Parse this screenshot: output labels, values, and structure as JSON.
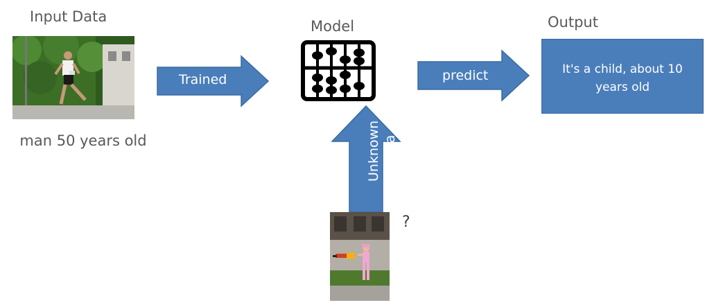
{
  "input": {
    "title": "Input Data",
    "caption": "man 50 years old"
  },
  "model": {
    "title": "Model",
    "icon": "abacus-icon"
  },
  "output": {
    "title": "Output",
    "text": "It's a child, about 10 years old"
  },
  "arrows": {
    "trained": "Trained",
    "predict": "predict",
    "unknown_line1": "Unknown",
    "unknown_line2": "Data"
  },
  "unknown": {
    "mark": "?"
  },
  "colors": {
    "arrow_fill": "#4a7ebb",
    "arrow_stroke": "#3a6aa0",
    "text_gray": "#595959"
  }
}
